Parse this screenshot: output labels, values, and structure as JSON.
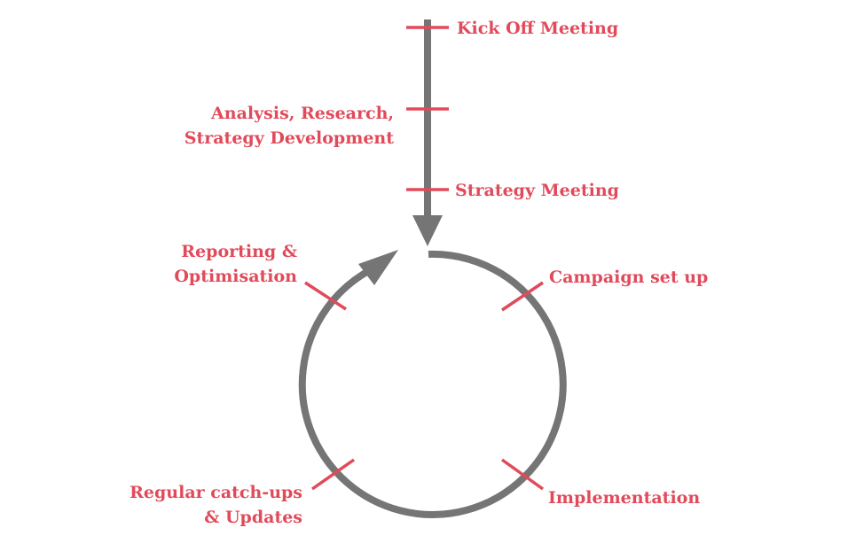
{
  "colors": {
    "accent": "#e14a5a",
    "track": "#757575",
    "background": "#ffffff"
  },
  "icons": {
    "down_arrow": "down-arrow-icon",
    "cycle_arrow": "cycle-arrow-icon"
  },
  "stages": {
    "kickoff": "Kick Off Meeting",
    "analysis_line1": "Analysis, Research,",
    "analysis_line2": "Strategy Development",
    "strategy": "Strategy Meeting",
    "reporting_line1": "Reporting &",
    "reporting_line2": "Optimisation",
    "campaign": "Campaign set up",
    "implementation": "Implementation",
    "catchups_line1": "Regular catch-ups",
    "catchups_line2": "& Updates"
  }
}
